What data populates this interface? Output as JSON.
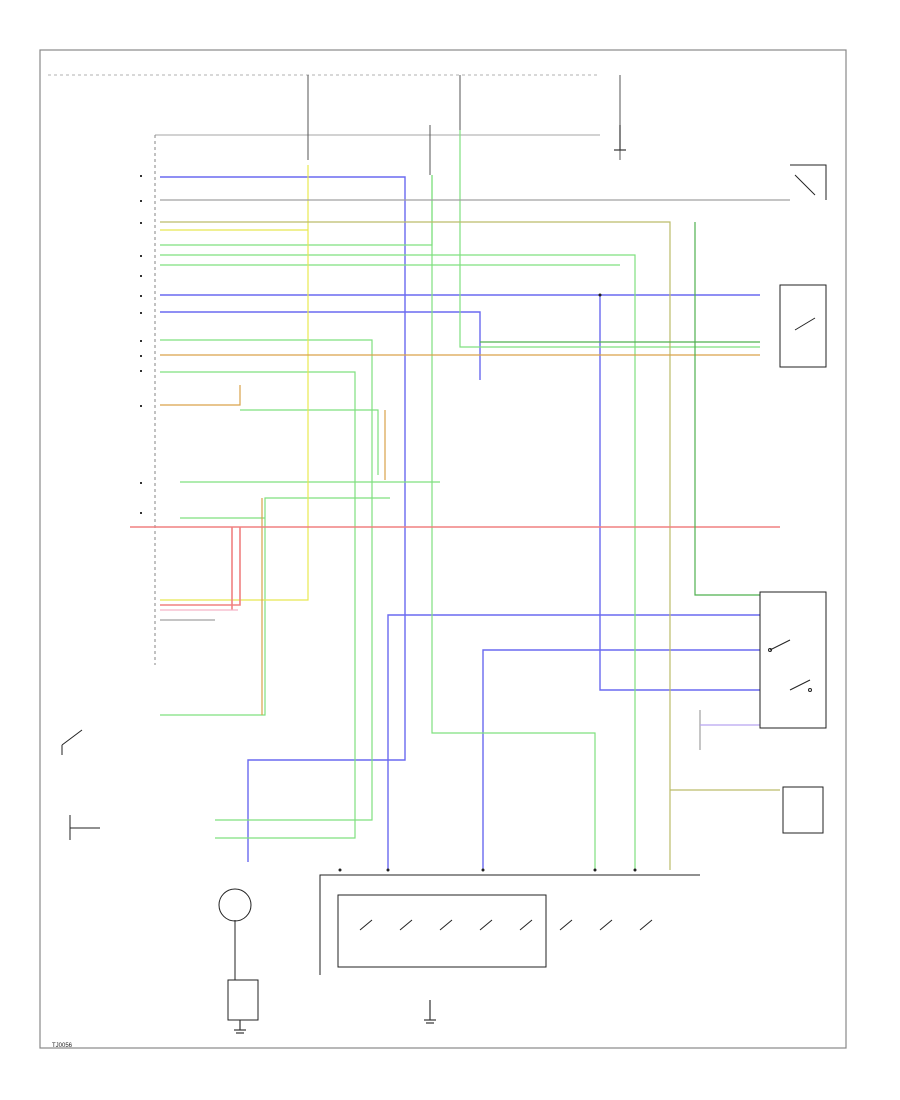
{
  "colors": {
    "background": "#ffffff",
    "blue_wire": "#6a6af0",
    "yellow_wire": "#e8e850",
    "green_wire": "#7fe07f",
    "orange_wire": "#d9a24a",
    "olive_wire": "#bcbc6a",
    "red_wire": "#f08080",
    "gray_wire": "#a0a0a0",
    "pink_wire": "#f5b5c8",
    "violet_wire": "#b7a5f0"
  },
  "icons": [
    "ground-symbol",
    "switch-symbol",
    "connector-symbol"
  ],
  "texts": {
    "diagram_code": "TJ0056"
  }
}
